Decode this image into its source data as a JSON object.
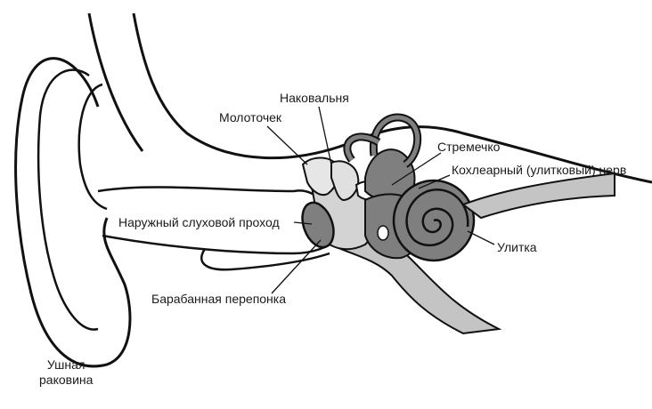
{
  "labels": {
    "incus": "Наковальня",
    "malleus": "Молоточек",
    "stapes": "Стремечко",
    "cochlear_nerve": "Кохлеарный (улитковый) нерв",
    "ear_canal": "Наружный слуховой проход",
    "cochlea": "Улитка",
    "eardrum": "Барабанная перепонка",
    "pinna_line1": "Ушная",
    "pinna_line2": "раковина"
  },
  "colors": {
    "outline": "#111111",
    "dark_gray": "#7f7f7f",
    "light_gray": "#c4c4c4",
    "background": "#ffffff"
  }
}
